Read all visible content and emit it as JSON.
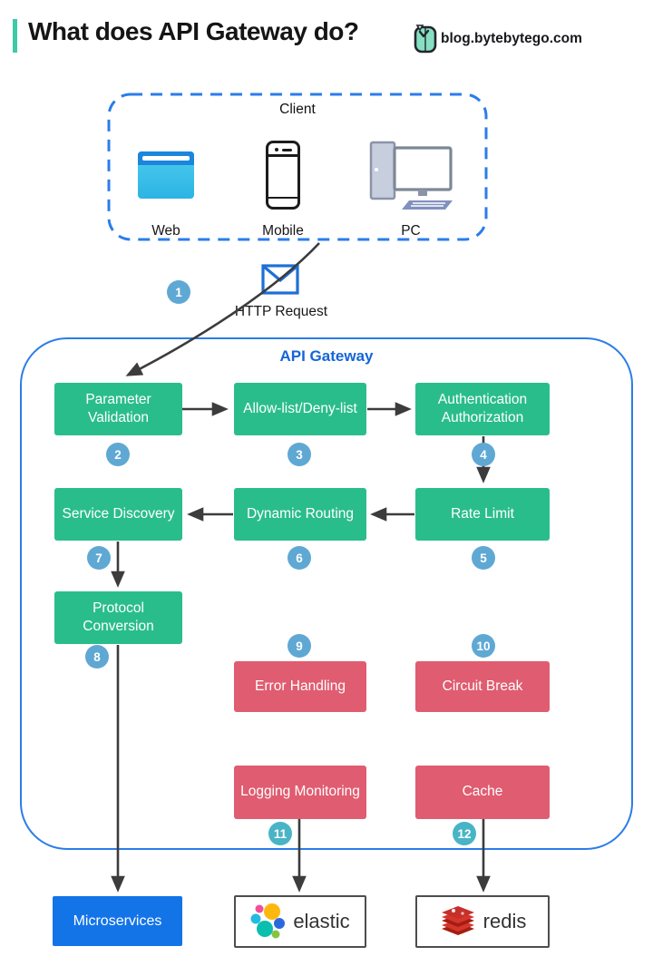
{
  "header": {
    "title": "What does API Gateway do?",
    "site": "blog.bytebytego.com"
  },
  "client": {
    "title": "Client",
    "devices": [
      {
        "label": "Web",
        "icon": "browser-icon"
      },
      {
        "label": "Mobile",
        "icon": "smartphone-icon"
      },
      {
        "label": "PC",
        "icon": "desktop-icon"
      }
    ]
  },
  "request": {
    "label": "HTTP Request",
    "icon": "envelope-icon"
  },
  "gateway": {
    "title": "API Gateway",
    "boxes": {
      "parameter_validation": "Parameter Validation",
      "allow_deny_list": "Allow-list/Deny-list",
      "authentication": "Authentication Authorization",
      "rate_limit": "Rate Limit",
      "dynamic_routing": "Dynamic Routing",
      "service_discovery": "Service Discovery",
      "protocol_conversion": "Protocol Conversion",
      "error_handling": "Error Handling",
      "circuit_break": "Circuit Break",
      "logging_monitoring": "Logging Monitoring",
      "cache": "Cache"
    }
  },
  "steps": [
    "1",
    "2",
    "3",
    "4",
    "5",
    "6",
    "7",
    "8",
    "9",
    "10",
    "11",
    "12"
  ],
  "destinations": {
    "microservices": "Microservices",
    "elastic": "elastic",
    "redis": "redis"
  },
  "colors": {
    "accent_teal": "#3ec9a7",
    "diagram_blue": "#2b7de9",
    "gateway_label_blue": "#1565d8",
    "green_box": "#2abd8c",
    "pink_box": "#e05c70",
    "badge_blue": "#5fa8d4",
    "badge_teal": "#49b4c5",
    "microservices_blue": "#1374e8",
    "arrow": "#3c3c3c"
  }
}
